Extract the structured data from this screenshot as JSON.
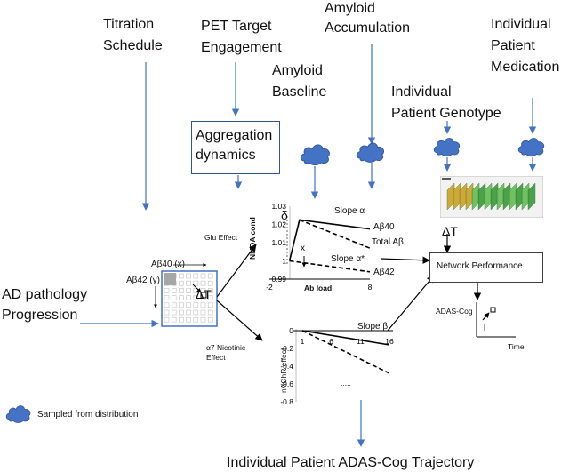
{
  "inputs": {
    "titration": [
      "Titration",
      "Schedule"
    ],
    "pet": [
      "PET Target",
      "Engagement"
    ],
    "amyloid_baseline": [
      "Amyloid",
      "Baseline"
    ],
    "amyloid_accumulation": [
      "Amyloid",
      "Accumulation"
    ],
    "genotype": [
      "Individual",
      "Patient Genotype"
    ],
    "medication": [
      "Individual",
      "Patient",
      "Medication"
    ]
  },
  "aggregation": [
    "Aggregation",
    "dynamics"
  ],
  "ad_pathology": [
    "AD pathology",
    "Progression"
  ],
  "matrix": {
    "ab40": "Aβ40 (x)",
    "ab42": "Aβ42 (y)",
    "delta": "ΔT"
  },
  "glu_effect": "Glu Effect",
  "nic_effect": [
    "α7 Nicotinic",
    "Effect"
  ],
  "network_performance": "Network Performance",
  "adas_cog": "ADAS-Cog",
  "time": "Time",
  "delta_t": "ΔT",
  "legend_sampled": "Sampled from distribution",
  "output": "Individual Patient ADAS-Cog Trajectory",
  "chart_data": [
    {
      "type": "line",
      "ylabel": "NMDA cond",
      "xlabel": "Ab load",
      "xlim": [
        -2,
        8
      ],
      "ylim": [
        0.99,
        1.03
      ],
      "x_ticks": [
        "-2",
        "8"
      ],
      "y_ticks": [
        "0.99",
        "1",
        "1.01",
        "1.02",
        "1.03"
      ],
      "series": [
        {
          "name": "Aβ40",
          "style": "solid",
          "x": [
            0,
            1,
            8
          ],
          "y": [
            1.0,
            1.0225,
            1.0175
          ]
        },
        {
          "name": "Total Aβ",
          "style": "dashed",
          "x": [
            1,
            8
          ],
          "y": [
            1.0225,
            1.007
          ]
        },
        {
          "name": "Aβ42",
          "style": "dashed",
          "x": [
            0,
            8
          ],
          "y": [
            1.0,
            0.994
          ]
        }
      ],
      "annotations": {
        "delta": "δ",
        "x": "x",
        "slope_alpha": "Slope α",
        "slope_alpha_star": "Slope α*"
      }
    },
    {
      "type": "line",
      "ylabel": "nAChR effect",
      "xlim": [
        1,
        16
      ],
      "ylim": [
        -0.8,
        0
      ],
      "x_ticks": [
        "1",
        "6",
        "11",
        "16"
      ],
      "y_ticks": [
        "0",
        "-0.2",
        "-0.4",
        "-0.6",
        "-0.8"
      ],
      "series": [
        {
          "style": "solid",
          "x": [
            1,
            16
          ],
          "y": [
            0,
            -0.16
          ]
        },
        {
          "style": "dashed",
          "x": [
            1,
            16
          ],
          "y": [
            0,
            -0.48
          ]
        }
      ],
      "annotations": {
        "slope_beta": "Slope β",
        "dots": "....."
      }
    }
  ]
}
